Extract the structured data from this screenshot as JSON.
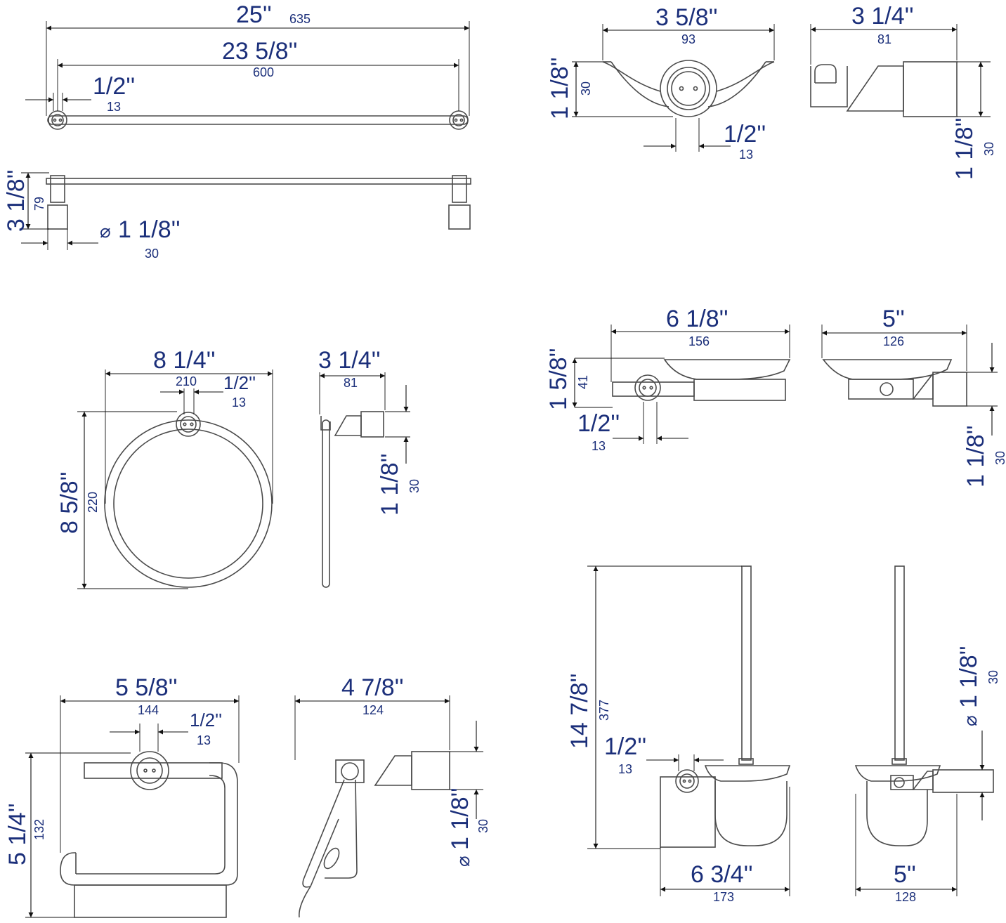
{
  "colors": {
    "label": "#1b2f7a",
    "part": "#4a4a4a",
    "dim": "#111111"
  },
  "towel_bar": {
    "overall": {
      "inch": "25''",
      "mm": "635"
    },
    "centers": {
      "inch": "23 5/8''",
      "mm": "600"
    },
    "post": {
      "inch": "1/2''",
      "mm": "13"
    },
    "projection": {
      "inch": "3 1/8''",
      "mm": "79"
    },
    "flange": {
      "prefix": "⌀",
      "inch": "1 1/8''",
      "mm": "30"
    }
  },
  "robe_hook": {
    "width": {
      "inch": "3 5/8''",
      "mm": "93"
    },
    "height": {
      "inch": "1 1/8''",
      "mm": "30"
    },
    "post": {
      "inch": "1/2''",
      "mm": "13"
    },
    "side_depth": {
      "inch": "3 1/4''",
      "mm": "81"
    },
    "side_height": {
      "inch": "1 1/8''",
      "mm": "30"
    }
  },
  "towel_ring": {
    "width": {
      "inch": "8 1/4''",
      "mm": "210"
    },
    "post": {
      "inch": "1/2''",
      "mm": "13"
    },
    "height": {
      "inch": "8 5/8''",
      "mm": "220"
    },
    "depth": {
      "inch": "3 1/4''",
      "mm": "81"
    },
    "flange": {
      "inch": "1 1/8''",
      "mm": "30"
    }
  },
  "soap_dish": {
    "width": {
      "inch": "6 1/8''",
      "mm": "156"
    },
    "height": {
      "inch": "1 5/8''",
      "mm": "41"
    },
    "post": {
      "inch": "1/2''",
      "mm": "13"
    },
    "depth": {
      "inch": "5''",
      "mm": "126"
    },
    "flange": {
      "inch": "1 1/8''",
      "mm": "30"
    }
  },
  "paper_holder": {
    "width": {
      "inch": "5 5/8''",
      "mm": "144"
    },
    "post": {
      "inch": "1/2''",
      "mm": "13"
    },
    "height": {
      "inch": "5 1/4''",
      "mm": "132"
    },
    "depth": {
      "inch": "4 7/8''",
      "mm": "124"
    },
    "flange": {
      "prefix": "⌀",
      "inch": "1 1/8''",
      "mm": "30"
    }
  },
  "brush_holder": {
    "height": {
      "inch": "14 7/8''",
      "mm": "377"
    },
    "post": {
      "inch": "1/2''",
      "mm": "13"
    },
    "width": {
      "inch": "6 3/4''",
      "mm": "173"
    },
    "depth": {
      "inch": "5''",
      "mm": "128"
    },
    "flange": {
      "prefix": "⌀",
      "inch": "1 1/8''",
      "mm": "30"
    }
  }
}
